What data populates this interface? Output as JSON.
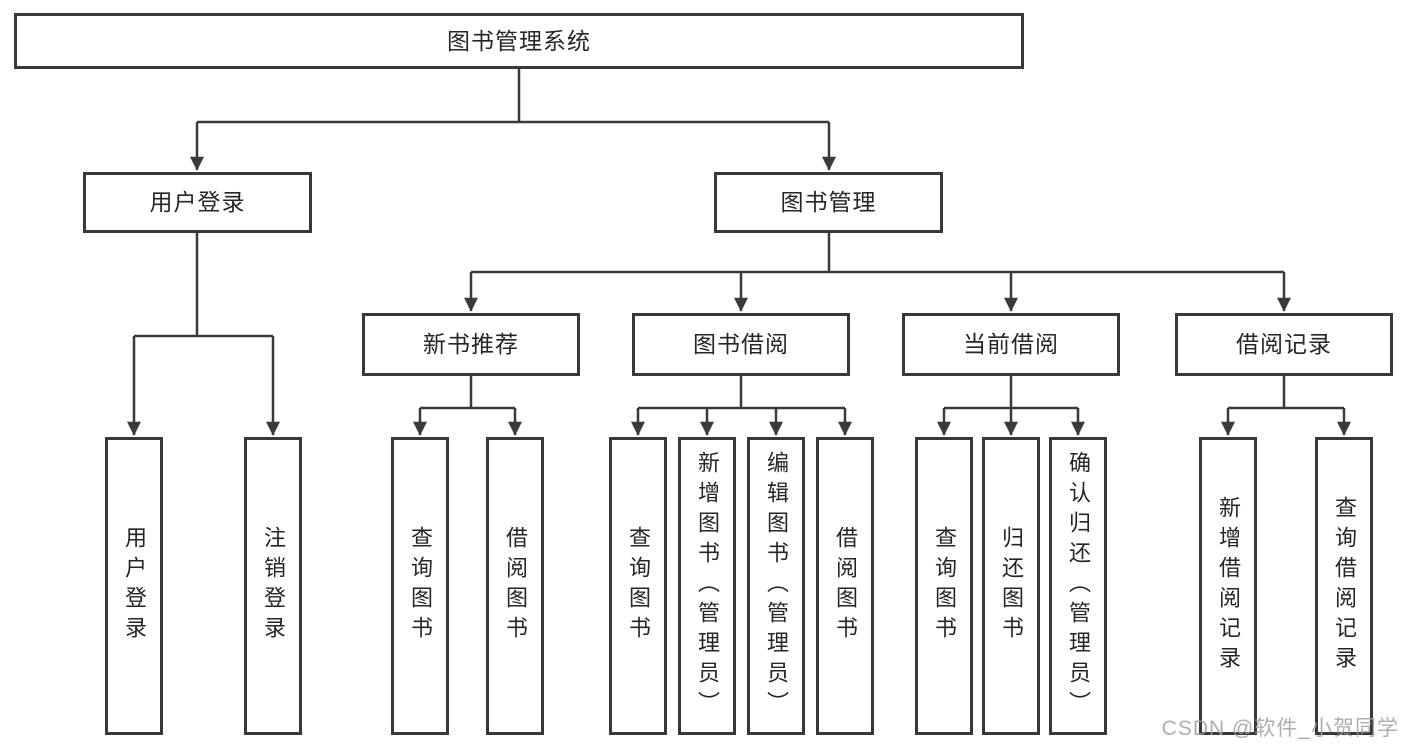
{
  "nodes": {
    "root": "图书管理系统",
    "login": "用户登录",
    "mgmt": "图书管理",
    "rec": "新书推荐",
    "borrow": "图书借阅",
    "current": "当前借阅",
    "record": "借阅记录"
  },
  "leaves": {
    "login": [
      "用户登录",
      "注销登录"
    ],
    "rec": [
      "查询图书",
      "借阅图书"
    ],
    "borrow": [
      "查询图书",
      "新增图书（管理员）",
      "编辑图书（管理员）",
      "借阅图书"
    ],
    "current": [
      "查询图书",
      "归还图书",
      "确认归还（管理员）"
    ],
    "record": [
      "新增借阅记录",
      "查询借阅记录"
    ]
  },
  "watermark": "CSDN @软件_小贺同学",
  "colors": {
    "line": "#3a3a3a",
    "box_border": "#383838",
    "text": "#262626",
    "watermark": "#a0a0a0",
    "background": "#ffffff"
  }
}
